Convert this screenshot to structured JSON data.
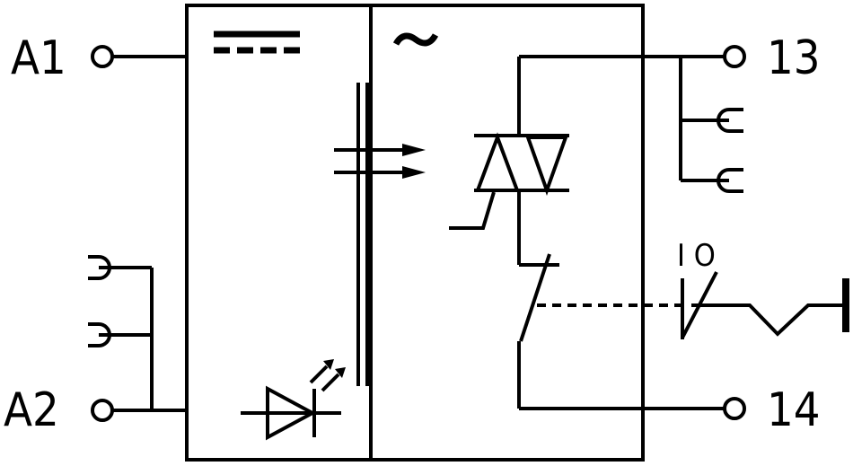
{
  "terminals": {
    "a1": "A1",
    "a2": "A2",
    "t13": "13",
    "t14": "14"
  },
  "switch_positions": "I O",
  "colors": {
    "line": "#000000",
    "background": "#ffffff"
  },
  "icons": {
    "dc": "dc-symbol-icon",
    "ac": "ac-tilde-icon",
    "triac": "triac-icon",
    "led": "led-icon"
  }
}
